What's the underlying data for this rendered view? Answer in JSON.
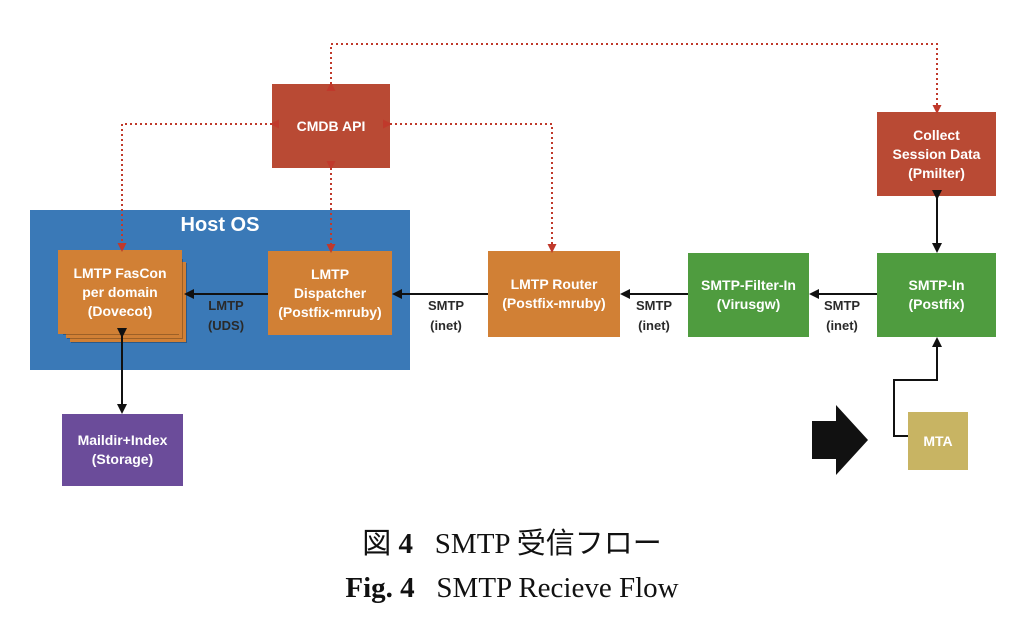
{
  "host_os_label": "Host OS",
  "nodes": {
    "cmdb_api": "CMDB API",
    "collect_session": "Collect\nSession Data\n(Pmilter)",
    "lmtp_fascon": "LMTP FasCon\nper domain\n(Dovecot)",
    "lmtp_dispatcher": "LMTP\nDispatcher\n(Postfix-mruby)",
    "lmtp_router": "LMTP Router\n(Postfix-mruby)",
    "smtp_filter_in": "SMTP-Filter-In\n(Virusgw)",
    "smtp_in": "SMTP-In\n(Postfix)",
    "maildir": "Maildir+Index\n(Storage)",
    "mta": "MTA"
  },
  "edge_labels": {
    "lmtp_uds": "LMTP\n(UDS)",
    "smtp_inet_1": "SMTP\n(inet)",
    "smtp_inet_2": "SMTP\n(inet)",
    "smtp_inet_3": "SMTP\n(inet)"
  },
  "caption": {
    "jp_prefix": "図",
    "jp_number": "4",
    "jp_title": "SMTP 受信フロー",
    "en_prefix": "Fig.",
    "en_number": "4",
    "en_title": "SMTP Recieve Flow"
  },
  "colors": {
    "red": "#b94a34",
    "orange": "#d18035",
    "green": "#4f9c3f",
    "purple": "#6b4c9a",
    "olive": "#c8b463",
    "host_os": "#3a79b7",
    "dotted_connector": "#c0392b"
  }
}
